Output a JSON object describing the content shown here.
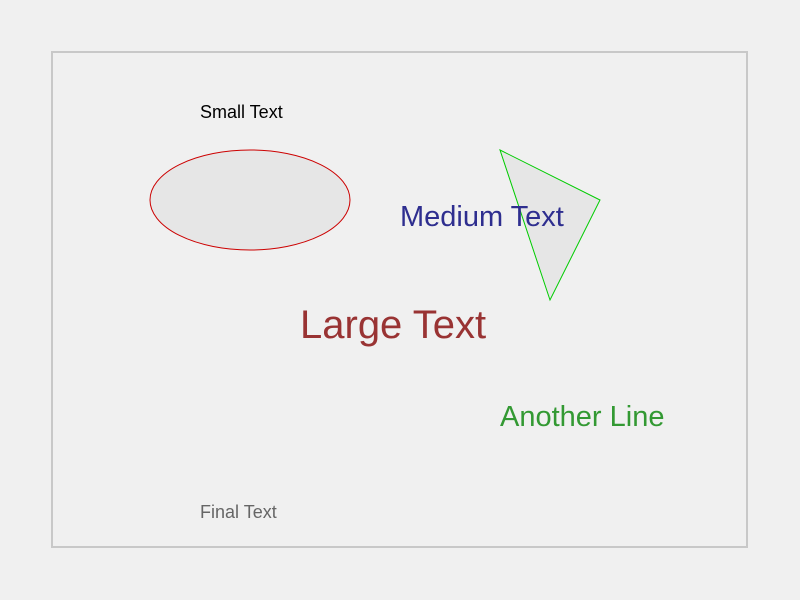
{
  "texts": {
    "small": "Small Text",
    "medium": "Medium Text",
    "large": "Large Text",
    "another": "Another Line",
    "final": "Final Text"
  },
  "colors": {
    "background": "#f0f0f0",
    "frame_border": "#c8c8c8",
    "shape_fill": "#e6e6e6",
    "ellipse_stroke": "#cc0000",
    "triangle_stroke": "#00cc00",
    "small_text": "#000000",
    "medium_text": "#2e2e8f",
    "large_text": "#993333",
    "another_text": "#339933",
    "final_text": "#666666"
  }
}
